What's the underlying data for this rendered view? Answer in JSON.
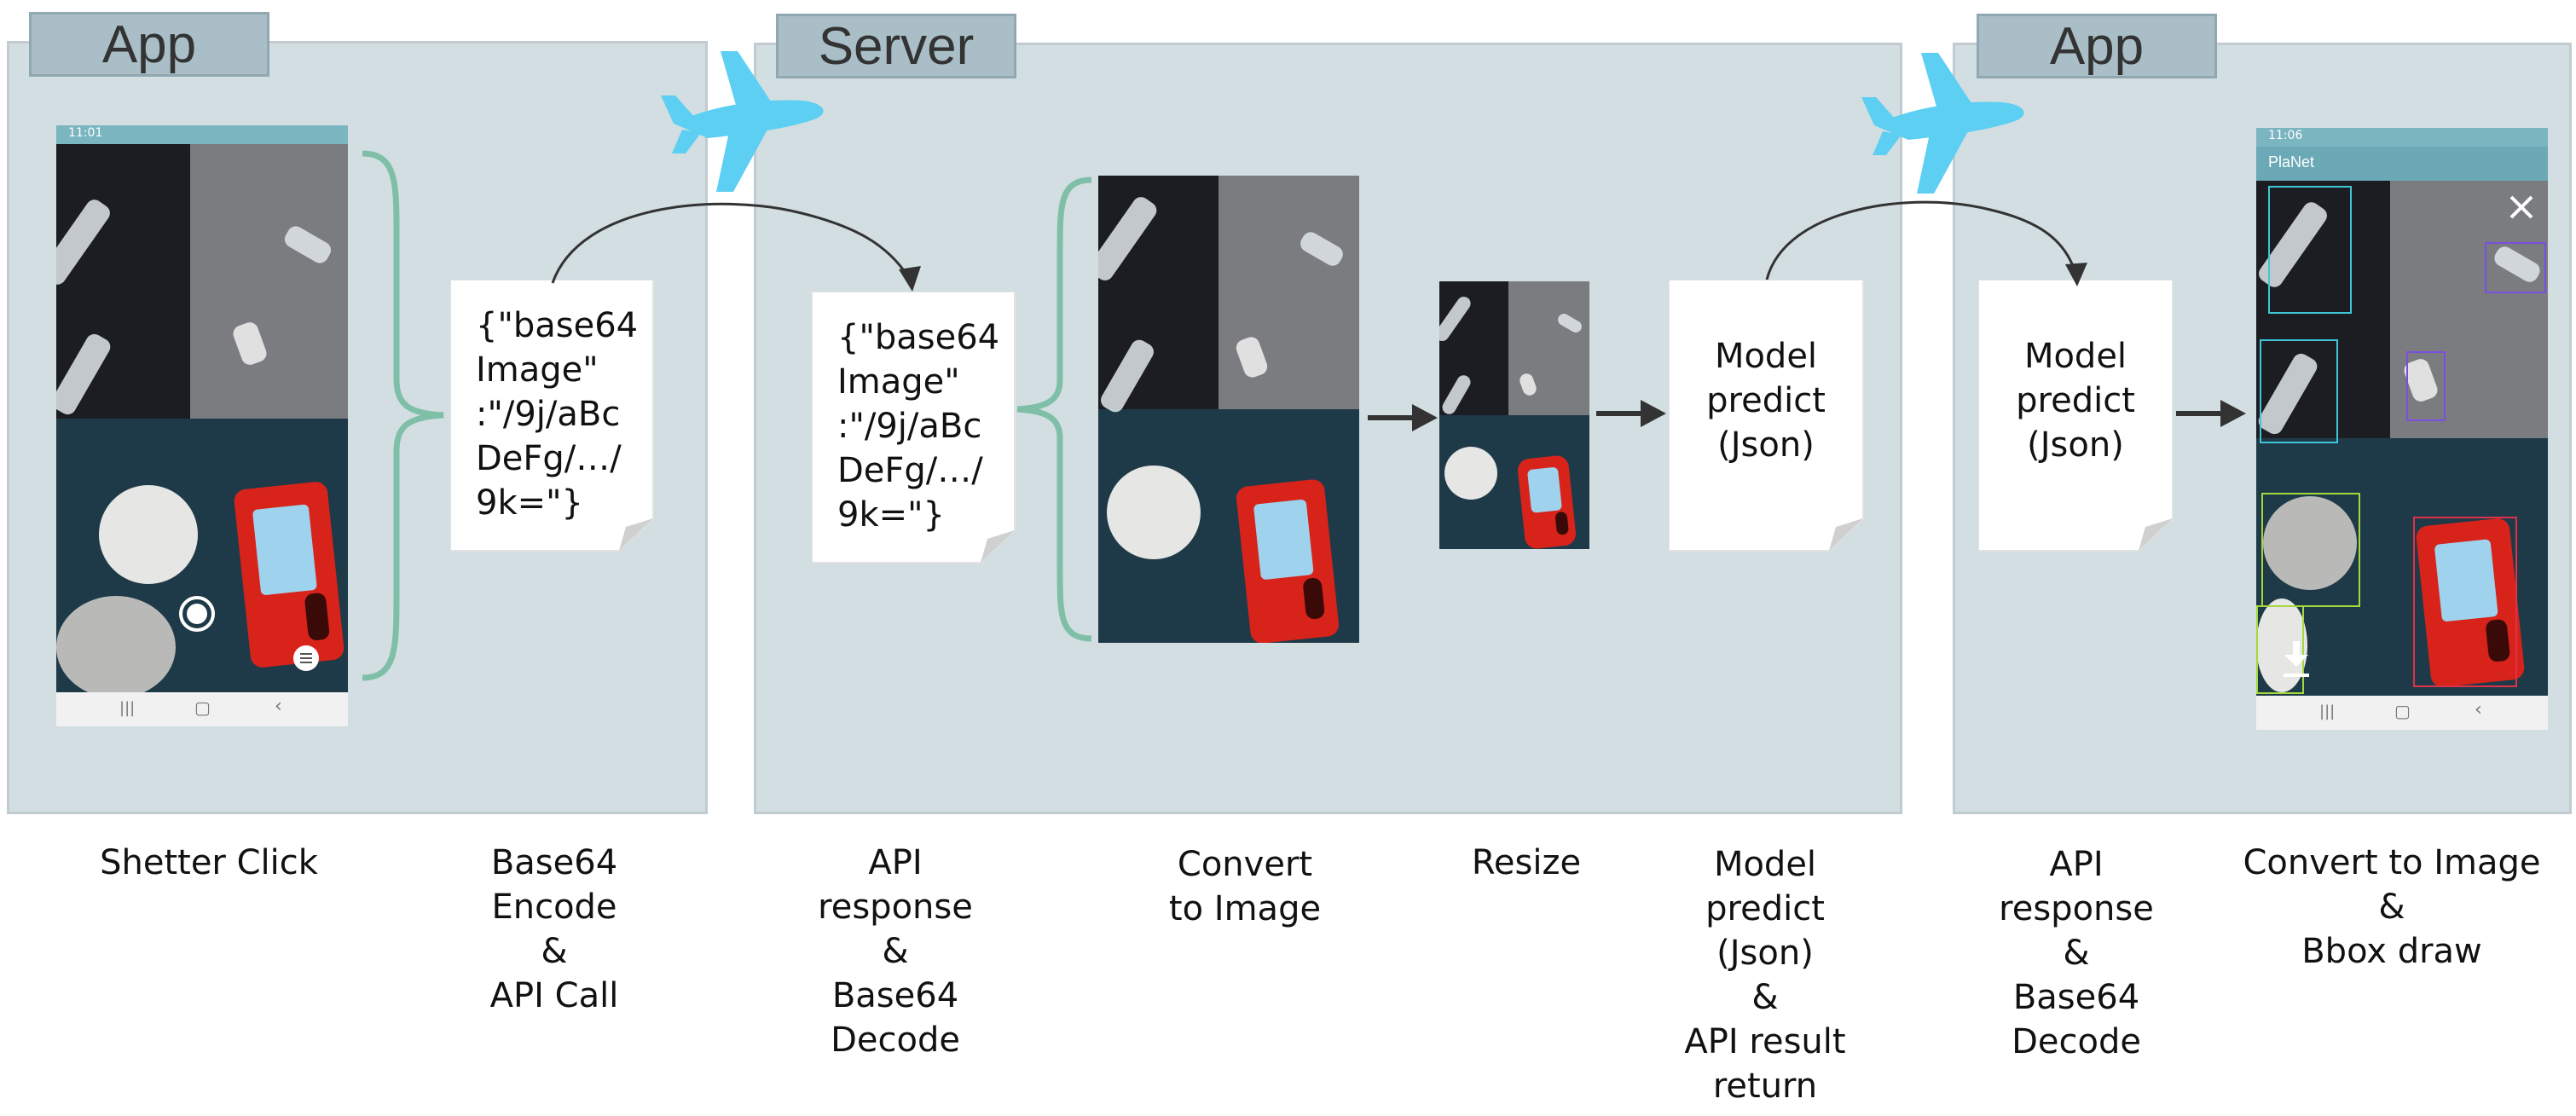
{
  "panels": {
    "app_left": {
      "tab": "App"
    },
    "server": {
      "tab": "Server"
    },
    "app_right": {
      "tab": "App"
    }
  },
  "docs": {
    "encode_payload": "{\"base64\nImage\"\n:\"/9j/aBc\nDeFg/…/\n9k=\"}",
    "server_payload": "{\"base64\nImage\"\n:\"/9j/aBc\nDeFg/…/\n9k=\"}",
    "server_predict": "Model\npredict\n(Json)",
    "app_predict": "Model\npredict\n(Json)"
  },
  "phones": {
    "left": {
      "status_time": "11:01"
    },
    "right": {
      "status_time": "11:06",
      "app_title": "PlaNet"
    }
  },
  "steps": [
    "Shetter Click",
    "Base64\nEncode\n&\nAPI Call",
    "API\nresponse\n&\nBase64\nDecode",
    "Convert\nto Image",
    "Resize",
    "Model\npredict\n(Json)\n&\nAPI result\nreturn",
    "API\nresponse\n&\nBase64\nDecode",
    "Convert to Image\n&\nBbox draw"
  ],
  "colors": {
    "panel_bg": "#d3dee2",
    "tab_bg": "#a9bec6",
    "bracket": "#7fbfa8",
    "airplane": "#5ccff2",
    "arrow": "#333333",
    "box_cyan": "#3fc6d6",
    "box_purple": "#7a4fe0",
    "box_green": "#a6d83c",
    "box_red": "#e0304a"
  },
  "icons": [
    "airplane-icon",
    "shutter-icon",
    "menu-icon",
    "close-icon",
    "download-icon"
  ]
}
